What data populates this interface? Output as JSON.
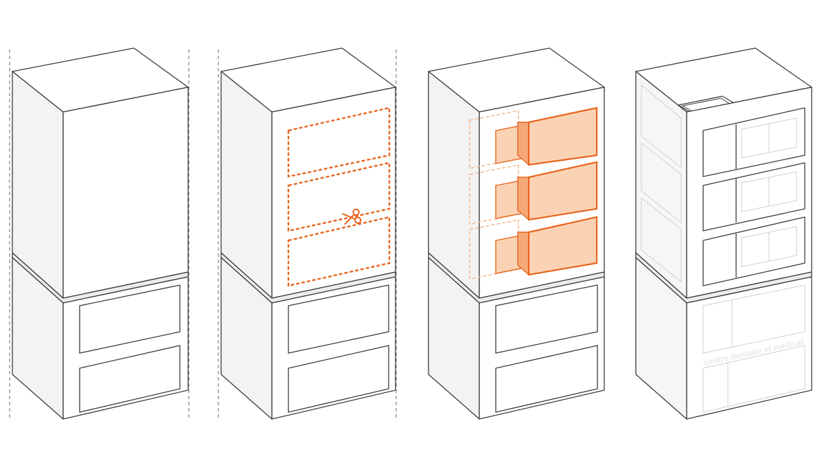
{
  "diagram": {
    "steps": [
      {
        "id": "step-1",
        "content": "existing building volume"
      },
      {
        "id": "step-2",
        "content": "facade cut lines"
      },
      {
        "id": "step-3",
        "content": "recessed loggias"
      },
      {
        "id": "step-4",
        "content": "final building"
      }
    ],
    "sign_text": "centre dentaire et médical"
  },
  "colors": {
    "accent": "#e8641e",
    "accent_fill": "#fbd3b4",
    "accent_side": "#f6a878",
    "face_front": "#ffffff",
    "face_side": "#f3f3f3",
    "edge": "#3a3a3a"
  }
}
